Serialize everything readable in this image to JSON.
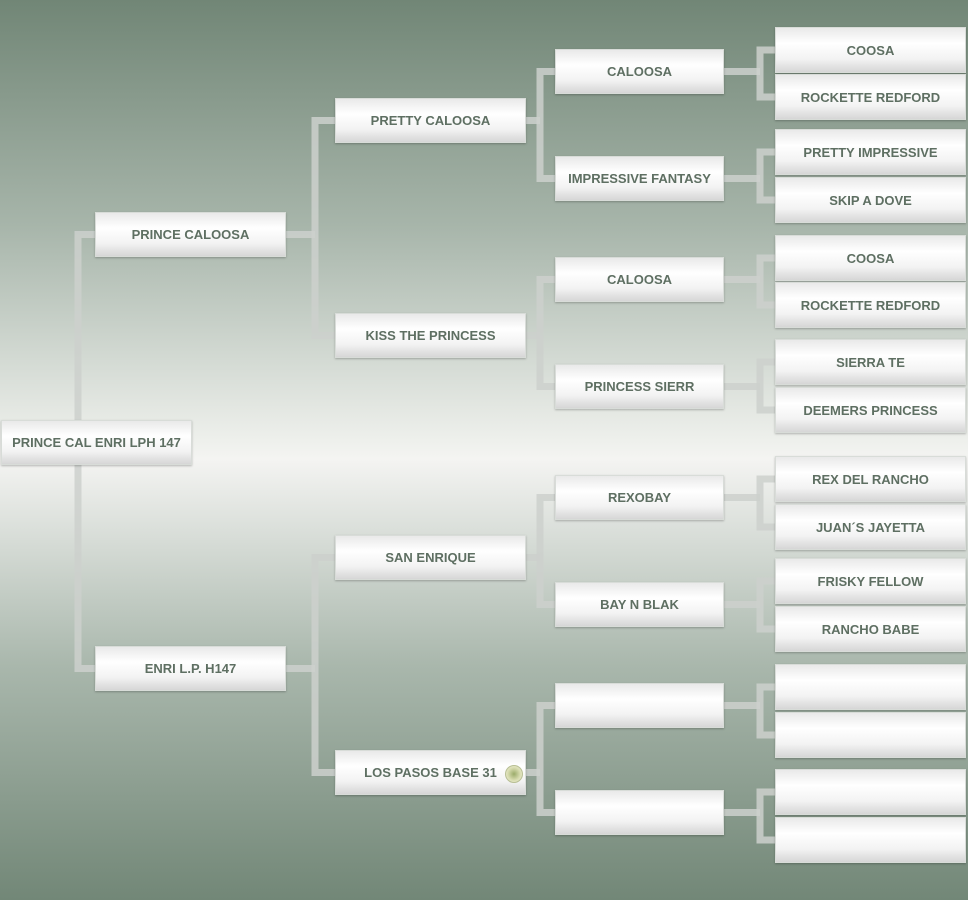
{
  "pedigree": {
    "subject": "PRINCE CAL ENRI LPH 147",
    "parents": [
      "PRINCE CALOOSA",
      "ENRI L.P. H147"
    ],
    "grandparents": [
      "PRETTY CALOOSA",
      "KISS THE PRINCESS",
      "SAN ENRIQUE",
      "LOS PASOS BASE 31"
    ],
    "great_grandparents": [
      "CALOOSA",
      "IMPRESSIVE FANTASY",
      "CALOOSA",
      "PRINCESS SIERR",
      "REXOBAY",
      "BAY N BLAK",
      "",
      ""
    ],
    "great_great_grandparents": [
      "COOSA",
      "ROCKETTE REDFORD",
      "PRETTY IMPRESSIVE",
      "SKIP A DOVE",
      "COOSA",
      "ROCKETTE REDFORD",
      "SIERRA TE",
      "DEEMERS PRINCESS",
      "REX DEL RANCHO",
      "JUAN´S JAYETTA",
      "FRISKY FELLOW",
      "RANCHO BABE",
      "",
      "",
      "",
      ""
    ]
  }
}
